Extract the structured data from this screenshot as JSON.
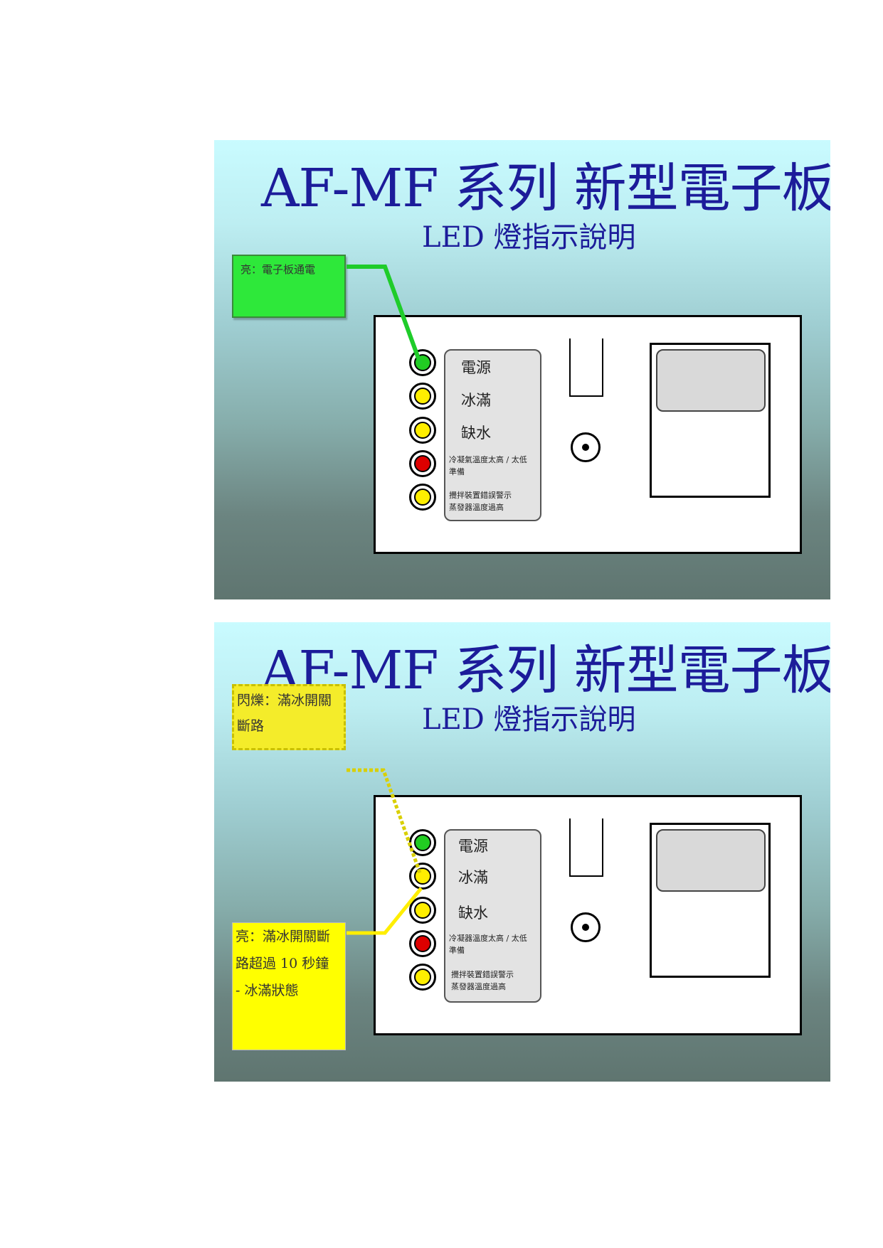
{
  "slides": [
    {
      "title": "AF-MF 系列  新型電子板",
      "subtitle": "LED 燈指示說明",
      "labels": {
        "power": "電源",
        "ice_full": "冰滿",
        "water_shortage": "缺水",
        "condenser_line1": "冷凝氣溫度太高 / 太低",
        "condenser_line2": "準備",
        "stirrer_line1": "攪拌裝置錯誤警示",
        "stirrer_line2": "蒸發器溫度過高"
      },
      "callout": "亮：電子板通電"
    },
    {
      "title": "AF-MF 系列  新型電子板",
      "subtitle": "LED 燈指示說明",
      "labels": {
        "power": "電源",
        "ice_full": "冰滿",
        "water_shortage": "缺水",
        "condenser_line1": "冷凝器溫度太高 / 太低",
        "condenser_line2": "準備",
        "stirrer_line1": "攪拌裝置錯誤警示",
        "stirrer_line2": "蒸發器溫度過高"
      },
      "callout_blink_line1": "閃爍：滿冰開關",
      "callout_blink_line2": "斷路",
      "callout_on_line1": "亮：滿冰開關斷",
      "callout_on_line2": "路超過 10 秒鐘",
      "callout_on_line3": " - 冰滿狀態"
    }
  ],
  "colors": {
    "led_green": "#22cc22",
    "led_yellow": "#ffee00",
    "led_red": "#dd0000",
    "callout_green": "#2ee83a",
    "callout_yellow": "#ffff00",
    "title_blue": "#1c1c9a"
  }
}
